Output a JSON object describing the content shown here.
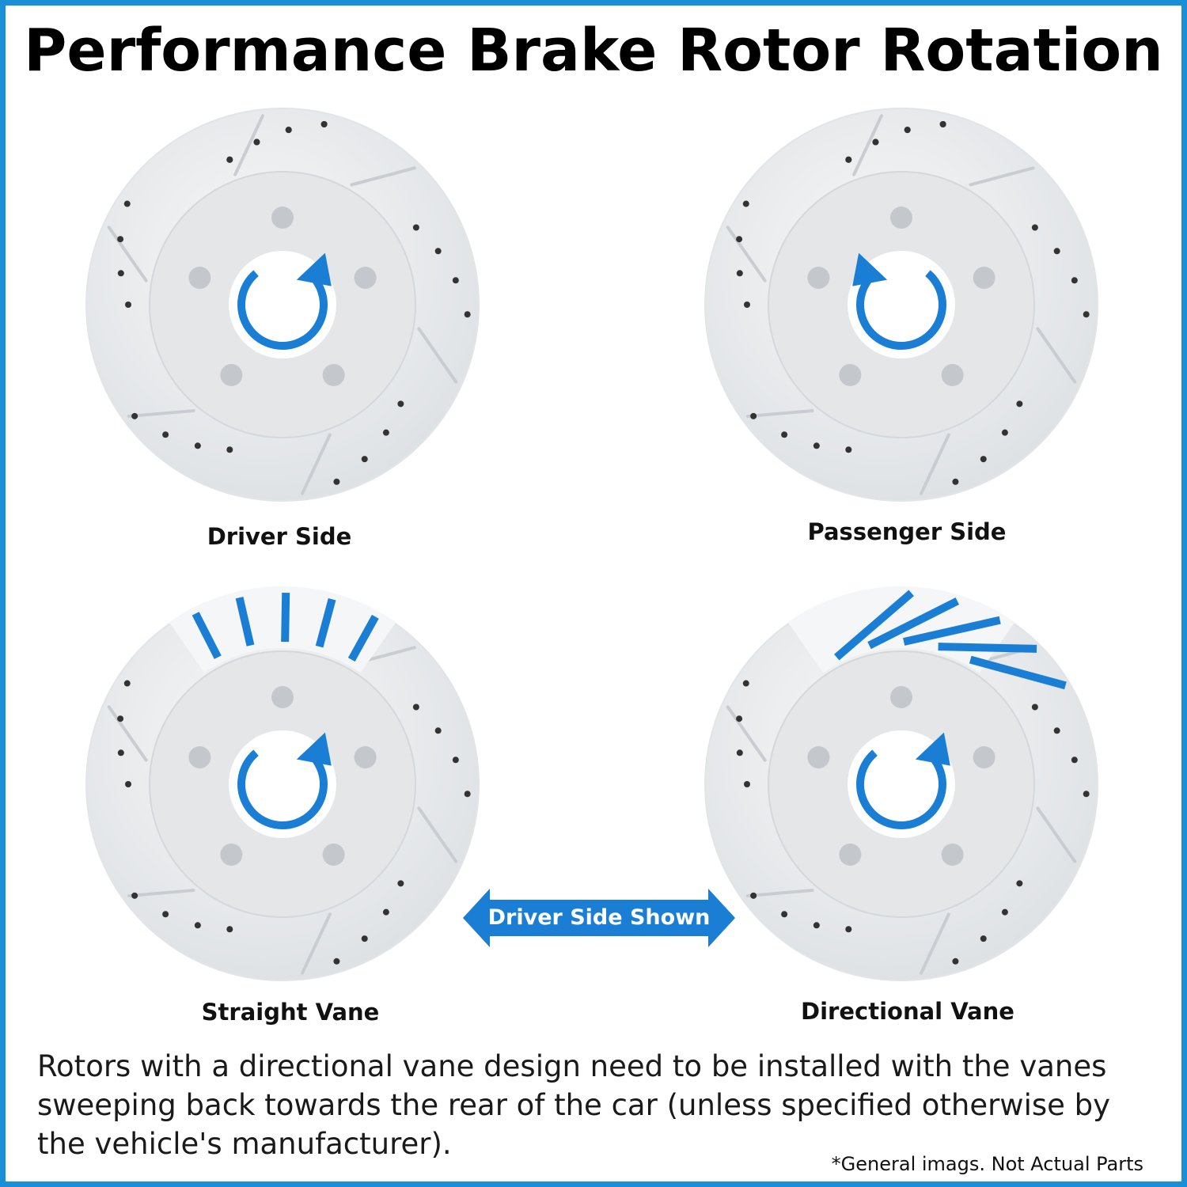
{
  "title": "Performance Brake Rotor Rotation",
  "rotors": [
    {
      "caption": "Driver Side",
      "rotation": "clockwise",
      "vanes": "none"
    },
    {
      "caption": "Passenger Side",
      "rotation": "counterclockwise",
      "vanes": "none"
    },
    {
      "caption": "Straight Vane",
      "rotation": "clockwise",
      "vanes": "straight"
    },
    {
      "caption": "Directional Vane",
      "rotation": "clockwise",
      "vanes": "directional"
    }
  ],
  "badge": {
    "label": "Driver Side Shown"
  },
  "note": "Rotors with a directional vane design need to be installed with the vanes sweeping back towards the rear of the car (unless specified otherwise by the vehicle's manufacturer).",
  "disclaimer": "*General imags. Not Actual Parts",
  "colors": {
    "border": "#1a8fd8",
    "accent": "#1a7fd4",
    "rotor": "#eceef0",
    "hub": "#e4e6e8"
  },
  "icons": [
    "rotation-arrow-icon",
    "double-arrow-icon"
  ]
}
